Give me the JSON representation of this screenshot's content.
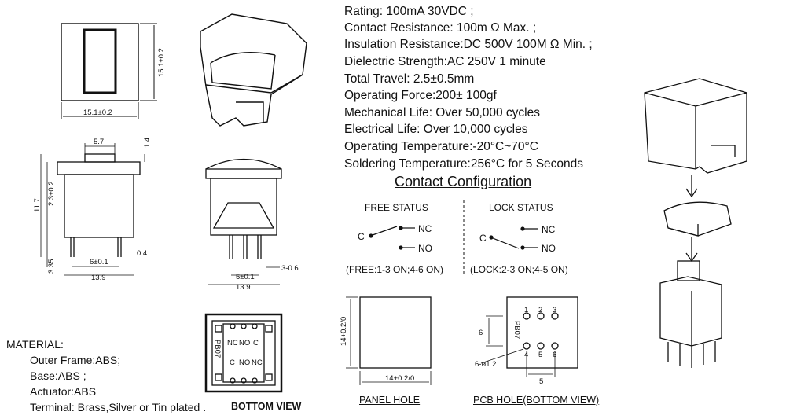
{
  "specs": [
    "Rating: 100mA   30VDC ;",
    "Contact Resistance: 100m Ω Max. ;",
    "Insulation Resistance:DC 500V 100M Ω  Min. ;",
    "Dielectric Strength:AC 250V 1 minute",
    "Total Travel: 2.5±0.5mm",
    "Operating Force:200± 100gf",
    "Mechanical Life: Over 50,000 cycles",
    "Electrical Life: Over 10,000 cycles",
    "Operating Temperature:-20°C~70°C",
    "Soldering Temperature:256°C for 5 Seconds"
  ],
  "contact": {
    "title": "Contact Configuration",
    "free_status": "FREE STATUS",
    "lock_status": "LOCK STATUS",
    "c": "C",
    "nc": "NC",
    "no": "NO",
    "free_note": "(FREE:1-3 ON;4-6 ON)",
    "lock_note": "(LOCK:2-3 ON;4-5 ON)"
  },
  "material": {
    "heading": "MATERIAL:",
    "outer_frame": "Outer Frame:ABS;",
    "base": "Base:ABS ;",
    "actuator": "Actuator:ABS",
    "terminal": "Terminal: Brass,Silver or Tin plated ."
  },
  "labels": {
    "bottom_view": "BOTTOM VIEW",
    "panel_hole": "PANEL HOLE",
    "pcb_hole": "PCB HOLE(BOTTOM VIEW)"
  },
  "dimensions": {
    "width_top": "15.1±0.2",
    "height_top": "15.1±0.2",
    "d57": "5.7",
    "d14": "1.4",
    "d117": "11.7",
    "d23": "2.3±0.2",
    "d335": "3.35",
    "d6": "6±0.1",
    "d04": "0.4",
    "d139a": "13.9",
    "d139b": "13.9",
    "d5": "5±0.1",
    "d306": "3-0.6",
    "panel_w": "14+0.2/0",
    "panel_h": "14+0.2/0",
    "pcb_6": "6",
    "pcb_5": "5",
    "pcb_hole": "6-ø1.2",
    "pcb_model": "PB07"
  },
  "bottom_view_text": {
    "model": "PB07",
    "row1": [
      "NC",
      "NO",
      "C"
    ],
    "row2": [
      "C",
      "NO",
      "NC"
    ]
  },
  "pin_numbers": [
    "1",
    "2",
    "3",
    "4",
    "5",
    "6"
  ]
}
